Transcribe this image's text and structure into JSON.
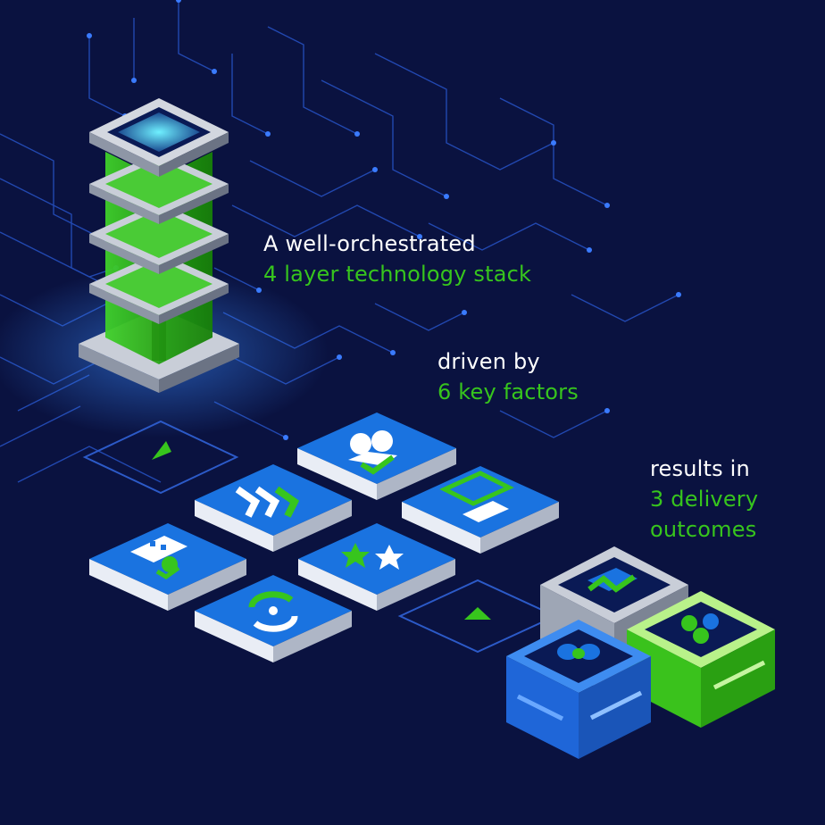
{
  "captions": {
    "stack": {
      "line1": "A well-orchestrated",
      "line2": "4 layer technology stack"
    },
    "factors": {
      "line1": "driven by",
      "line2": "6 key factors"
    },
    "outcomes": {
      "line1": "results in",
      "line2": "3 delivery outcomes",
      "line2a": "3 delivery",
      "line2b": "outcomes"
    }
  },
  "colors": {
    "background": "#0a1240",
    "accent_green": "#37c51d",
    "tile_blue": "#1a73e0",
    "circuit_blue": "#2a5bd6"
  },
  "stack": {
    "layer_count": 4
  },
  "factor_icons": [
    "user-check-icon",
    "chevrons-icon",
    "chat-screen-icon",
    "building-check-icon",
    "stars-icon",
    "refresh-icon"
  ],
  "outcome_icons": [
    "wave-chart-icon",
    "hexagon-cluster-icon",
    "linked-rings-icon"
  ]
}
